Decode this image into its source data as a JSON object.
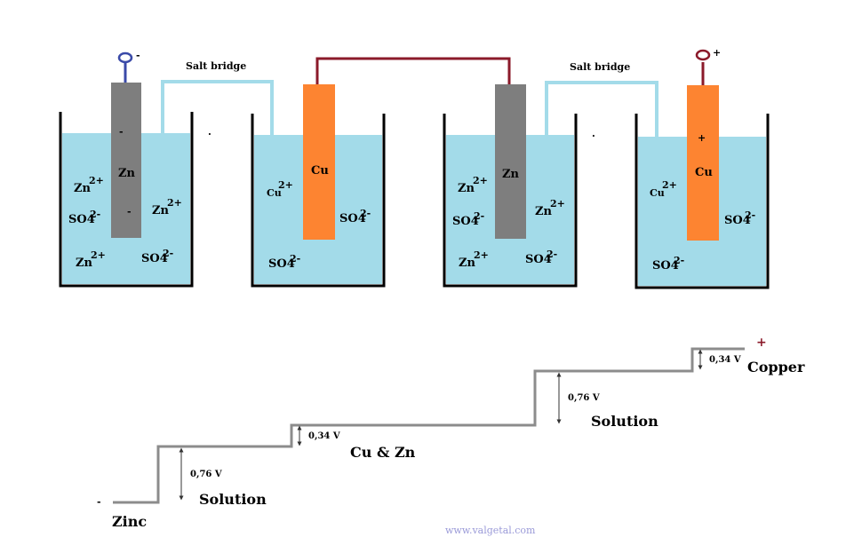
{
  "colors": {
    "solution": "#a3dbe9",
    "zinc_electrode": "#7e7e7e",
    "copper_electrode": "#fd8431",
    "salt_bridge": "#a3dbe9",
    "wire": "#8b1a2a",
    "terminal_negative": "#3a4aa8",
    "terminal_positive": "#8b1a2a",
    "step_line": "#8c8c8c",
    "watermark": "#9a9ad8"
  },
  "cells": [
    {
      "salt_bridge_label": "Salt bridge",
      "zinc_beaker": {
        "electrode_label": "Zn",
        "terminal_sign": "-",
        "ions": [
          "Zn",
          "2+",
          "SO4",
          "2-",
          "Zn",
          "2+",
          "Zn",
          "2+",
          "SO4",
          "2-"
        ],
        "surface_marks": [
          "-",
          "-"
        ]
      },
      "copper_beaker": {
        "electrode_label": "Cu",
        "ions": [
          "Cu",
          "2+",
          "SO4",
          "2-",
          "SO4",
          "2-"
        ]
      }
    },
    {
      "salt_bridge_label": "Salt bridge",
      "zinc_beaker": {
        "electrode_label": "Zn",
        "ions": [
          "Zn",
          "2+",
          "SO4",
          "2-",
          "Zn",
          "2+",
          "Zn",
          "2+",
          "SO4",
          "2-"
        ]
      },
      "copper_beaker": {
        "electrode_label": "Cu",
        "terminal_sign": "+",
        "ions": [
          "Cu",
          "2+",
          "SO4",
          "2-",
          "SO4",
          "2-"
        ],
        "surface_mark": "+"
      }
    }
  ],
  "potential_diagram": {
    "start_sign": "-",
    "end_sign": "+",
    "steps": [
      {
        "level_label": "Zinc"
      },
      {
        "level_label": "Solution",
        "jump_label": "0,76 V"
      },
      {
        "level_label": "Cu & Zn",
        "jump_label": "0,34 V"
      },
      {
        "level_label": "Solution",
        "jump_label": "0,76 V"
      },
      {
        "level_label": "Copper",
        "jump_label": "0,34 V"
      }
    ]
  },
  "watermark": "www.valgetal.com"
}
